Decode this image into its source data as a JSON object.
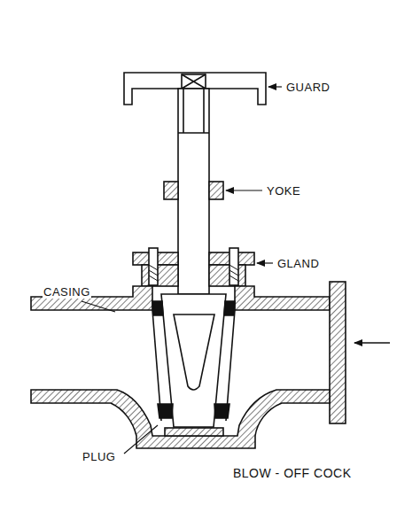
{
  "diagram": {
    "caption": "BLOW - OFF COCK",
    "labels": [
      "GUARD",
      "YOKE",
      "GLAND",
      "CASING",
      "PLUG"
    ]
  }
}
